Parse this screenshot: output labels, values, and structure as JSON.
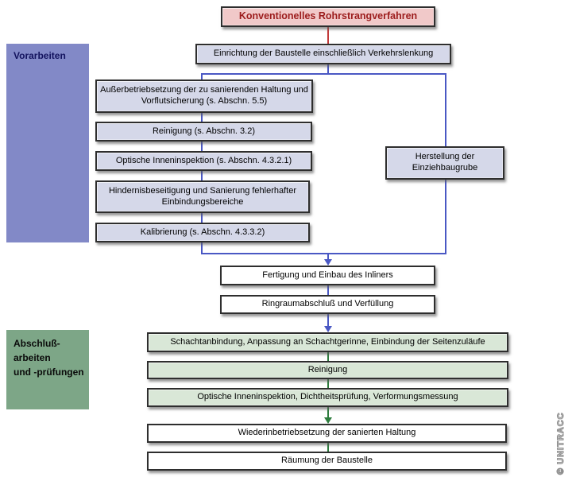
{
  "title": {
    "label": "Konventionelles Rohrstrangverfahren"
  },
  "section_labels": {
    "vorarbeiten": "Vorarbeiten",
    "abschluss": "Abschluß-\narbeiten\nund -prüfungen"
  },
  "steps": {
    "einrichtung": "Einrichtung der Baustelle einschließlich Verkehrslenkung",
    "ausserbetrieb": "Außerbetriebsetzung der zu sanierenden Haltung und Vorflutsicherung (s. Abschn. 5.5)",
    "reinigung_vor": "Reinigung (s. Abschn. 3.2)",
    "optische_inspektion_vor": "Optische Inneninspektion (s. Abschn. 4.3.2.1)",
    "hindernisbeseitigung": "Hindernisbeseitigung und Sanierung fehlerhafter Einbindungsbereiche",
    "kalibrierung": "Kalibrierung (s. Abschn. 4.3.3.2)",
    "einziehbaugrube": "Herstellung der Einziehbaugrube",
    "fertigung_inliner": "Fertigung und Einbau des Inliners",
    "ringraumabschluss": "Ringraumabschluß und Verfüllung",
    "schachtanbindung": "Schachtanbindung, Anpassung an Schachtgerinne, Einbindung der Seitenzuläufe",
    "reinigung_abschluss": "Reinigung",
    "optische_inspektion_abschluss": "Optische Inneninspektion, Dichtheitsprüfung, Verformungsmessung",
    "wiederinbetriebsetzung": "Wiederinbetriebsetzung der sanierten Haltung",
    "raeumung": "Räumung der Baustelle"
  },
  "watermark": "© UNITRACC",
  "colors": {
    "title_bg": "#f1c9c9",
    "title_text": "#9c1c1c",
    "lavender_box_bg": "#d5d8e9",
    "green_box_bg": "#d9e7d7",
    "white_box_bg": "#ffffff",
    "vorarbeiten_label_bg": "#8289c7",
    "abschluss_label_bg": "#7da687",
    "blue_connector": "#4a58c4",
    "red_connector": "#c23b3b",
    "green_connector": "#2e7d3e"
  }
}
